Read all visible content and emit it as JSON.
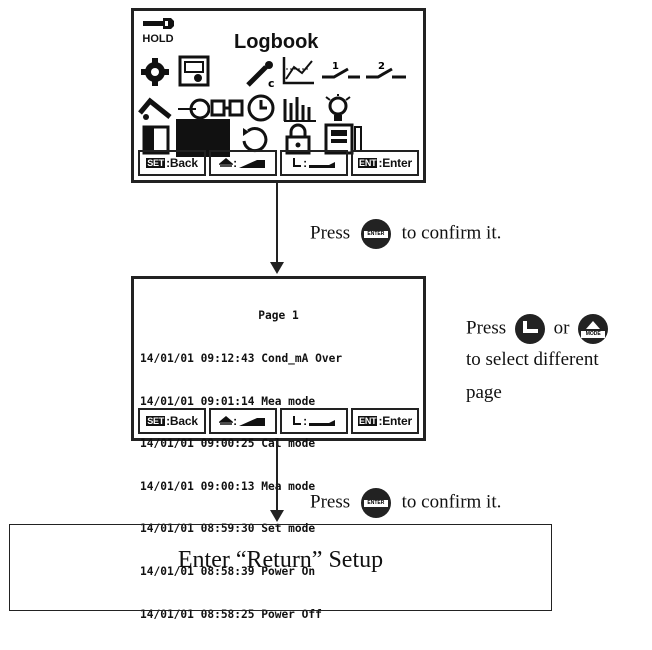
{
  "screen1": {
    "hold_label": "HOLD",
    "title": "Logbook",
    "softkeys": {
      "back_key": "SET",
      "back_label": ":Back",
      "up_label": ":",
      "right_label": ":",
      "enter_key": "ENT",
      "enter_label": ":Enter"
    }
  },
  "step1": {
    "press": "Press",
    "button": "ENTER",
    "action": "to confirm it."
  },
  "screen2": {
    "page_header": "Page 1",
    "log_entries": [
      "14/01/01 09:12:43 Cond_mA Over",
      "14/01/01 09:01:14 Mea mode",
      "14/01/01 09:00:25 Cal mode",
      "14/01/01 09:00:13 Mea mode",
      "14/01/01 08:59:30 Set mode",
      "14/01/01 08:58:39 Power On",
      "14/01/01 08:58:25 Power Off"
    ],
    "softkeys": {
      "back_key": "SET",
      "back_label": ":Back",
      "up_label": ":",
      "right_label": ":",
      "enter_key": "ENT",
      "enter_label": ":Enter"
    }
  },
  "page_instruction": {
    "press": "Press",
    "or": "or",
    "mode_button": "MODE",
    "line2": "to select different",
    "line3": "page"
  },
  "step2": {
    "press": "Press",
    "button": "ENTER",
    "action": "to confirm it."
  },
  "final_box": {
    "text": "Enter “Return” Setup"
  }
}
